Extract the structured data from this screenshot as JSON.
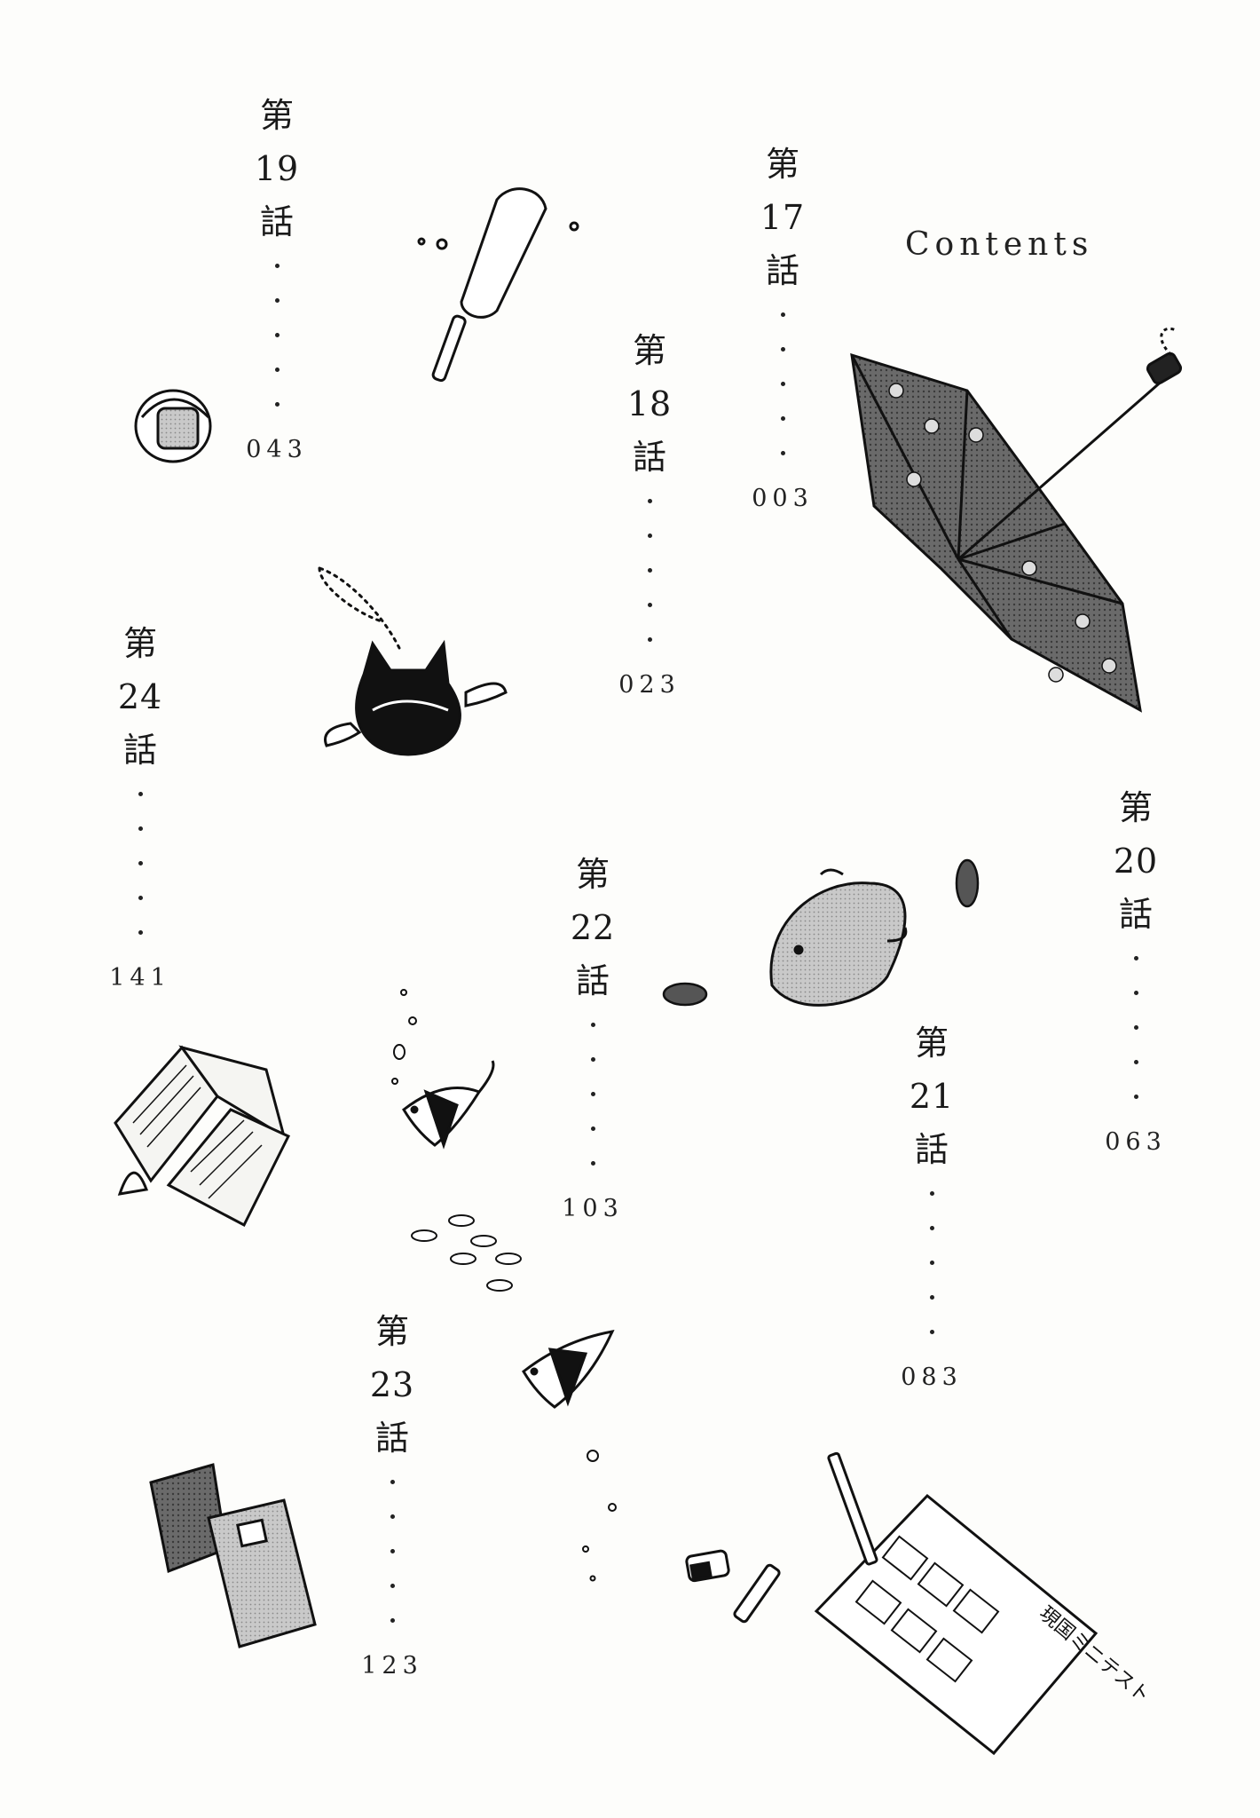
{
  "contents_title": "Contents",
  "chapters": [
    {
      "id": "17",
      "prefix": "第",
      "number": "17",
      "suffix": "話",
      "page": "003"
    },
    {
      "id": "18",
      "prefix": "第",
      "number": "18",
      "suffix": "話",
      "page": "023"
    },
    {
      "id": "19",
      "prefix": "第",
      "number": "19",
      "suffix": "話",
      "page": "043"
    },
    {
      "id": "20",
      "prefix": "第",
      "number": "20",
      "suffix": "話",
      "page": "063"
    },
    {
      "id": "21",
      "prefix": "第",
      "number": "21",
      "suffix": "話",
      "page": "083"
    },
    {
      "id": "22",
      "prefix": "第",
      "number": "22",
      "suffix": "話",
      "page": "103"
    },
    {
      "id": "23",
      "prefix": "第",
      "number": "23",
      "suffix": "話",
      "page": "123"
    },
    {
      "id": "24",
      "prefix": "第",
      "number": "24",
      "suffix": "話",
      "page": "141"
    }
  ],
  "illustrations": [
    "umbrella-icon",
    "popsicle-icon",
    "shell-keychain-icon",
    "cat-coin-purse-icon",
    "hamster-icon",
    "sunflower-seed-icon",
    "open-book-icon",
    "angelfish-icon",
    "fish-school-icon",
    "notebook-icon",
    "test-paper-icon",
    "pencil-icon",
    "eraser-icon",
    "glue-tube-icon"
  ],
  "test_paper_label": "現国ミニテスト"
}
